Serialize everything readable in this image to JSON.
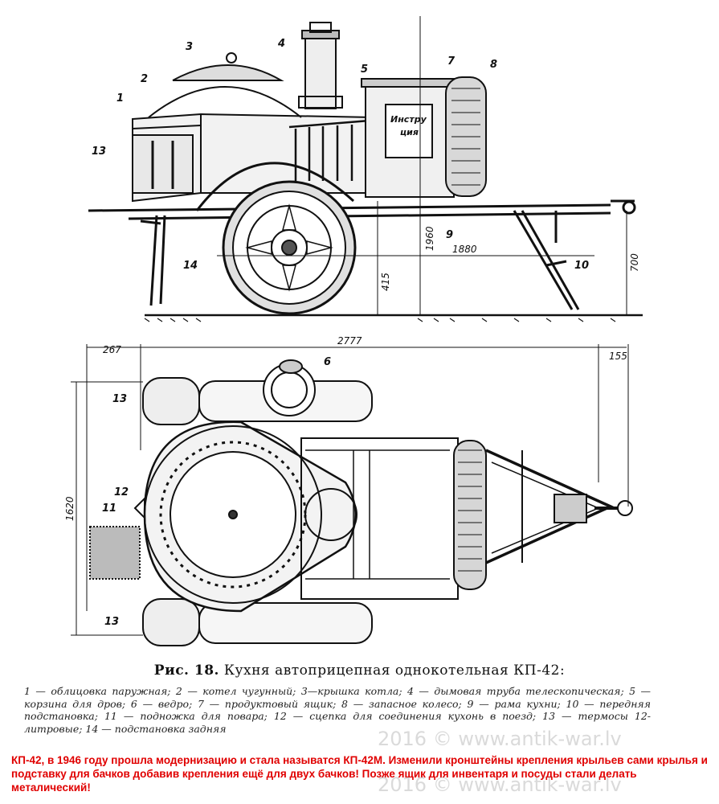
{
  "colors": {
    "ink": "#111111",
    "note": "#e00000",
    "watermark": "#b0b0b0"
  },
  "part_labels": [
    "1",
    "2",
    "3",
    "4",
    "5",
    "6",
    "7",
    "8",
    "9",
    "10",
    "11",
    "12",
    "13",
    "13",
    "14"
  ],
  "plate_text": [
    "Инстру",
    "ция"
  ],
  "dimensions": {
    "height_total": "1960",
    "wheelbase": "1880",
    "axle_height": "415",
    "drawbar_height": "700",
    "overall_length": "2777",
    "front_offset": "267",
    "rear_offset": "155",
    "width": "1620"
  },
  "caption": {
    "prefix": "Рис. 18.",
    "title": "Кухня автоприцепная однокотельная КП-42:"
  },
  "legend": "1 — облицовка паружная; 2 — котел чугунный; 3—крышка котла; 4 — дымовая труба телескопическая; 5 — корзина для дров; 6 — ведро; 7 — продуктовый ящик; 8 — запасное колесо; 9 — рама кухни; 10 — передняя подстановка; 11 — подножка для повара; 12 — сцепка для соединения кухонь в поезд; 13 — термосы 12-литровые; 14 — подстановка задняя",
  "note": "КП-42, в 1946 году прошла модернизацию и стала называтся КП-42М. Изменили кронштейны крепления крыльев сами крылья и подставку для бачков добавив крепления ещё для двух бачков! Позже ящик для инвентаря и посуды стали делать металический!",
  "watermark": [
    "2016 © www.antik-war.lv",
    "2016 © www.antik-war.lv"
  ]
}
